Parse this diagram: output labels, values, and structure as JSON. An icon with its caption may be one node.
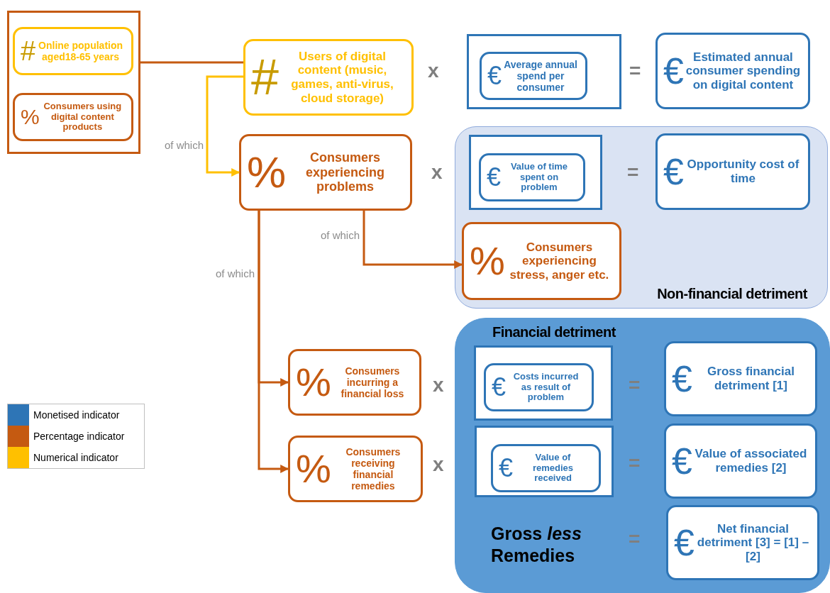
{
  "diagram": {
    "nodes": [
      {
        "text": [],
        "shape": "box"
      },
      {
        "text": [
          "#",
          "Online population aged18-65 years"
        ],
        "in": 0
      },
      {
        "text": [
          "%",
          "Consumers using digital content products"
        ],
        "in": 0
      },
      {
        "text": [
          "#",
          "Users of digital content (music, games, anti-virus, cloud storage)"
        ]
      },
      {
        "text": [],
        "shape": "box"
      },
      {
        "text": [
          "€",
          "Average annual spend per consumer"
        ],
        "in": 4
      },
      {
        "text": [
          "€",
          "Estimated annual consumer spending on digital content"
        ]
      },
      {
        "text": [
          "%",
          "Consumers experiencing problems"
        ]
      },
      {
        "text": [
          "Non-financial detriment"
        ]
      },
      {
        "text": [],
        "shape": "box",
        "in": 8
      },
      {
        "text": [
          "€",
          "Value of time spent on problem"
        ],
        "in": 9
      },
      {
        "text": [
          "€",
          "Opportunity cost of time"
        ],
        "in": 8
      },
      {
        "text": [
          "%",
          "Consumers experiencing stress, anger etc."
        ],
        "in": 8
      },
      {
        "text": [
          "%",
          "Consumers incurring a financial loss"
        ]
      },
      {
        "text": [
          "%",
          "Consumers receiving financial remedies"
        ]
      },
      {
        "text": [
          "Financial detriment"
        ]
      },
      {
        "text": [],
        "shape": "box",
        "in": 15
      },
      {
        "text": [
          "€",
          "Costs incurred as result of problem"
        ],
        "in": 16
      },
      {
        "text": [
          "€",
          "Gross financial detriment [1]"
        ],
        "in": 15
      },
      {
        "text": [],
        "shape": "box",
        "in": 15
      },
      {
        "text": [
          "€",
          "Value of remedies received"
        ],
        "in": 19
      },
      {
        "text": [
          "€",
          "Value of associated remedies [2]"
        ],
        "in": 15
      },
      {
        "text": [
          "€",
          "Net financial detriment [3] = [1] – [2]"
        ],
        "in": 15
      }
    ],
    "edges": [
      {
        "from": 0,
        "to": 3,
        "arrow": "none"
      },
      {
        "from": 3,
        "to": 7,
        "arrow": "to",
        "label": "of which",
        "color": "#ffc000"
      },
      {
        "from": 7,
        "to": 12,
        "arrow": "to",
        "label": "of which"
      },
      {
        "from": 7,
        "to": 13,
        "arrow": "to",
        "label": "of which"
      },
      {
        "from": 7,
        "to": 14,
        "arrow": "to"
      }
    ],
    "labels": [
      "x",
      "=",
      "x",
      "=",
      "x",
      "=",
      "x",
      "=",
      "Gross *less* Remedies",
      "="
    ],
    "legend": [
      {
        "text": "Monetised indicator",
        "color": "#2e75b6"
      },
      {
        "text": "Percentage indicator",
        "color": "#c55a11"
      },
      {
        "text": "Numerical indicator",
        "color": "#ffc000"
      }
    ]
  }
}
